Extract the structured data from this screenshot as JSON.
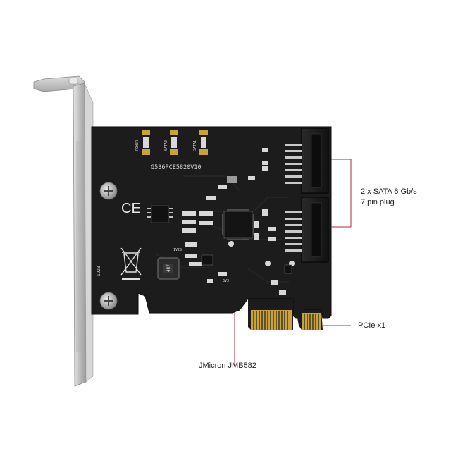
{
  "product_image": {
    "board_label": "G536PCE5820V10",
    "ce_mark": "CE",
    "date_code": "1923",
    "led_labels": [
      "POWER",
      "SATA0",
      "SATA1"
    ],
    "small_labels": [
      "1V2S",
      "3V3",
      "4R7"
    ]
  },
  "callouts": {
    "sata_line1": "2 x SATA 6 Gb/s",
    "sata_line2": "7 pin plug",
    "pcie": "PCIe x1",
    "chip": "JMicron JMB582"
  },
  "colors": {
    "pcb": "#1c1c1c",
    "bracket": "#c9c9c9",
    "gold_fingers": "#c9a23a",
    "callout_line": "#a8323a"
  }
}
